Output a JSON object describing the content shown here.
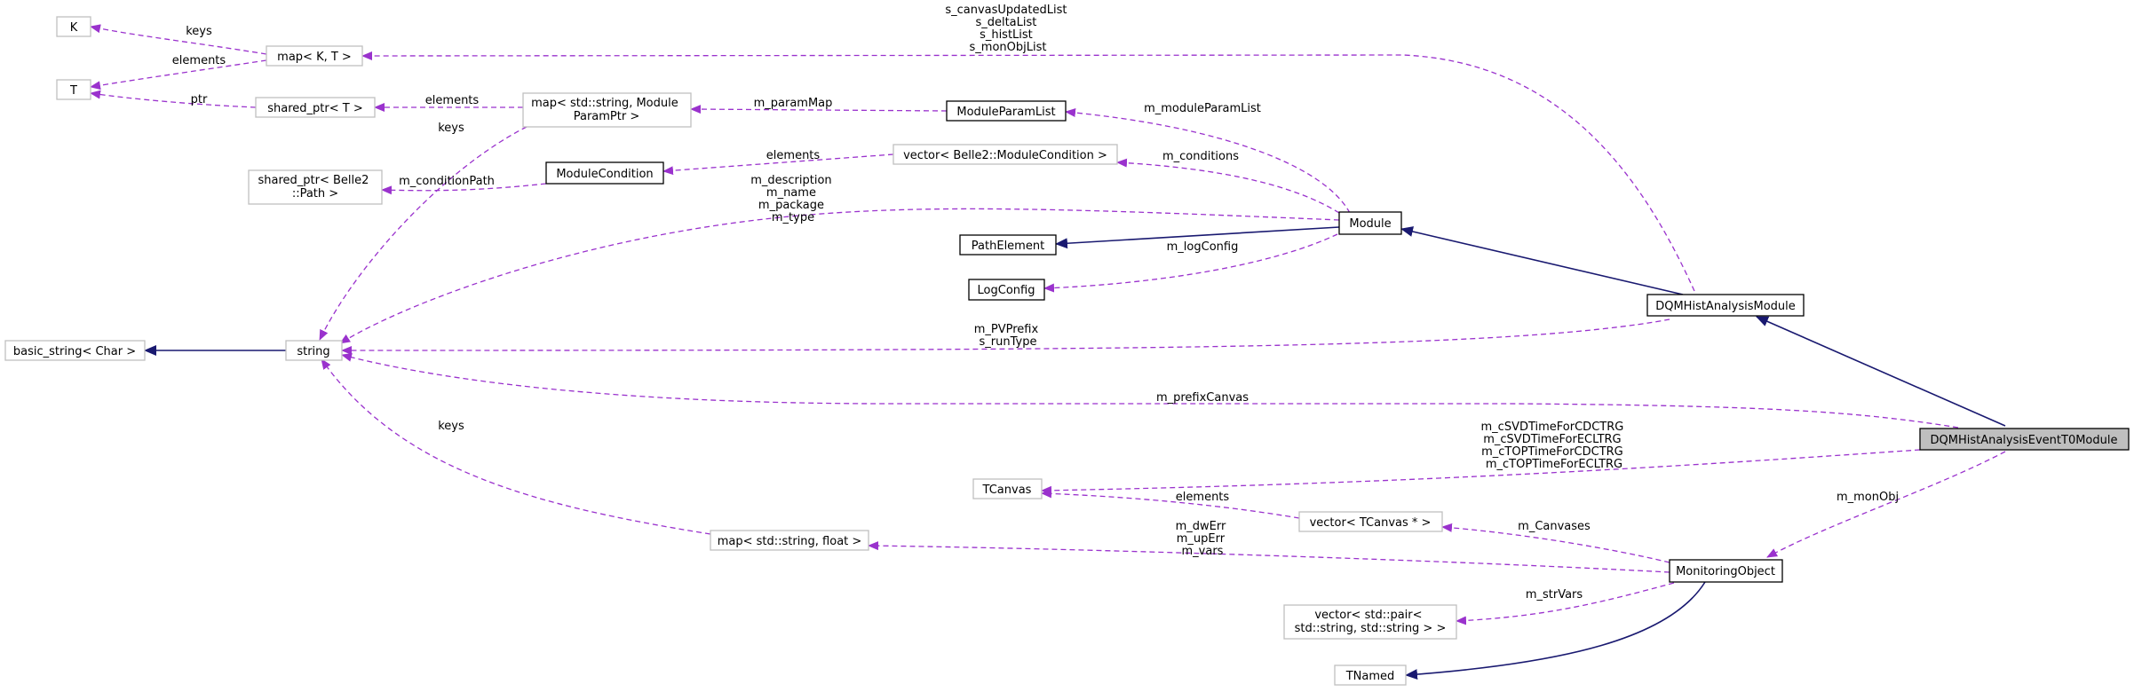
{
  "nodes": {
    "K": "K",
    "T": "T",
    "map_kt": "map< K, T >",
    "shared_ptr_t": "shared_ptr< T >",
    "map_module_param": [
      "map< std::string, Module",
      "ParamPtr >"
    ],
    "module_param_list": "ModuleParamList",
    "vector_module_condition": "vector< Belle2::ModuleCondition >",
    "module_condition": "ModuleCondition",
    "shared_ptr_path": [
      "shared_ptr< Belle2",
      "::Path >"
    ],
    "path_element": "PathElement",
    "log_config": "LogConfig",
    "module": "Module",
    "dqm_hist_analysis_module": "DQMHistAnalysisModule",
    "basic_string": "basic_string< Char >",
    "string": "string",
    "dqm_t0_module": "DQMHistAnalysisEventT0Module",
    "tcanvas": "TCanvas",
    "vector_tcanvas": "vector< TCanvas * >",
    "map_string_float": "map< std::string, float >",
    "monitoring_object": "MonitoringObject",
    "vector_pair": [
      "vector< std::pair<",
      "std::string, std::string > >"
    ],
    "tnamed": "TNamed"
  },
  "edge_labels": {
    "keys_k": "keys",
    "elements_t": "elements",
    "ptr": "ptr",
    "elements_sp": "elements",
    "m_paramMap": "m_paramMap",
    "m_moduleParamList": "m_moduleParamList",
    "elements_mc": "elements",
    "m_conditions": "m_conditions",
    "m_conditionPath": "m_conditionPath",
    "keys_str_top": "keys",
    "module_strings": [
      "m_description",
      "m_name",
      "m_package",
      "m_type"
    ],
    "m_logConfig": "m_logConfig",
    "canvas_lists": [
      "s_canvasUpdatedList",
      "s_deltaList",
      "s_histList",
      "s_monObjList"
    ],
    "pv_prefix": [
      "m_PVPrefix",
      "s_runType"
    ],
    "m_prefixCanvas": "m_prefixCanvas",
    "keys_str_bottom": "keys",
    "canvas_members": [
      "m_cSVDTimeForCDCTRG",
      "m_cSVDTimeForECLTRG",
      "m_cTOPTimeForCDCTRG",
      "m_cTOPTimeForECLTRG"
    ],
    "elements_tc": "elements",
    "m_Canvases": "m_Canvases",
    "m_monObj": "m_monObj",
    "float_vars": [
      "m_dwErr",
      "m_upErr",
      "m_vars"
    ],
    "m_strVars": "m_strVars"
  },
  "colors": {
    "usage_edge": "#9a32cd",
    "inheritance_edge": "#191970",
    "node_border_gray": "#bfbfbf",
    "node_border_black": "#000000",
    "focus_fill": "#bfbfbf"
  }
}
